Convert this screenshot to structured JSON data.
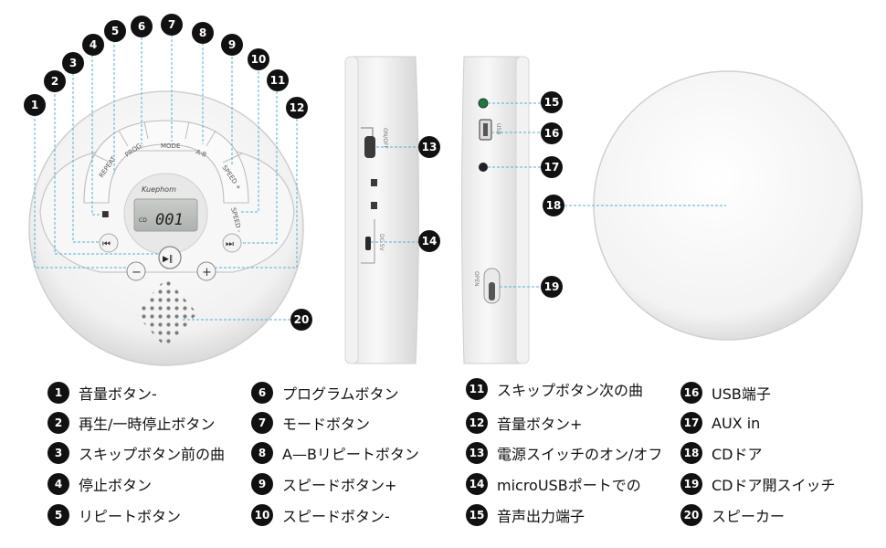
{
  "brand": "Kuephom",
  "lcd": {
    "track": "001",
    "tiny_left": "CD"
  },
  "buttons": {
    "program": "PROG.",
    "mode": "MODE",
    "ab": "A-B",
    "repeat": "REPEAT",
    "speed_plus": "SPEED +",
    "speed_minus": "SPEED -",
    "stop_symbol": "■",
    "prev_symbol": "⏮",
    "next_symbol": "⏭",
    "play_symbol": "▶‖",
    "vol_down_symbol": "−",
    "vol_up_symbol": "+"
  },
  "side_labels": {
    "power": "ON/OFF",
    "dc": "DC 5V",
    "usb": "USB",
    "open": "OPEN"
  },
  "legend": [
    {
      "num": "1",
      "label": "音量ボタン-"
    },
    {
      "num": "2",
      "label": "再生/一時停止ボタン"
    },
    {
      "num": "3",
      "label": "スキップボタン前の曲"
    },
    {
      "num": "4",
      "label": "停止ボタン"
    },
    {
      "num": "5",
      "label": "リピートボタン"
    },
    {
      "num": "6",
      "label": "プログラムボタン"
    },
    {
      "num": "7",
      "label": "モードボタン"
    },
    {
      "num": "8",
      "label": "A—Bリピートボタン"
    },
    {
      "num": "9",
      "label": "スピードボタン+"
    },
    {
      "num": "10",
      "label": "スピードボタン-"
    },
    {
      "num": "11",
      "label": "スキップボタン次の曲"
    },
    {
      "num": "12",
      "label": "音量ボタン+"
    },
    {
      "num": "13",
      "label": "電源スイッチのオン/オフ"
    },
    {
      "num": "14",
      "label": "microUSBポートでの"
    },
    {
      "num": "15",
      "label": "音声出力端子"
    },
    {
      "num": "16",
      "label": "USB端子"
    },
    {
      "num": "17",
      "label": "AUX in"
    },
    {
      "num": "18",
      "label": "CDドア"
    },
    {
      "num": "19",
      "label": "CDドア開スイッチ"
    },
    {
      "num": "20",
      "label": "スピーカー"
    }
  ]
}
